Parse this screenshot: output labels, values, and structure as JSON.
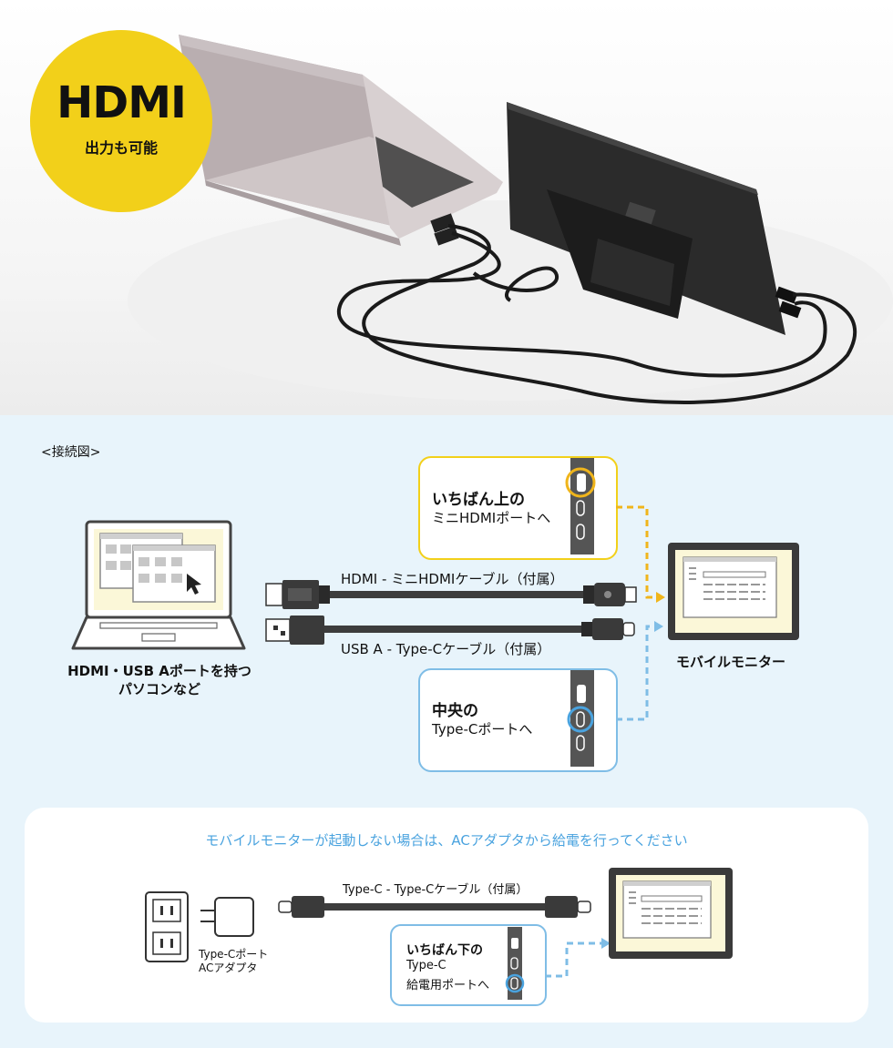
{
  "badge": {
    "main": "HDMI",
    "sub": "出力も可能"
  },
  "section_title": "<接続図>",
  "pc_label": {
    "line1": "HDMI・USB Aポートを持つ",
    "line2": "パソコンなど"
  },
  "monitor_label": "モバイルモニター",
  "cables": {
    "hdmi": "HDMI - ミニHDMIケーブル（付属）",
    "usb": "USB A - Type-Cケーブル（付属）"
  },
  "callout_top": {
    "bold": "いちばん上の",
    "normal": "ミニHDMIポートへ"
  },
  "callout_mid": {
    "bold": "中央の",
    "normal": "Type-Cポートへ"
  },
  "note": {
    "title": "モバイルモニターが起動しない場合は、ACアダプタから給電を行ってください",
    "cable_label": "Type-C - Type-Cケーブル（付属）",
    "adapter_line1": "Type-Cポート",
    "adapter_line2": "ACアダプタ",
    "callout_bottom": {
      "line1": "いちばん下の",
      "line2": "Type-C",
      "line3": "給電用ポートへ"
    }
  },
  "colors": {
    "yellow": "#f2d01a",
    "blue": "#4aa3df",
    "light_blue_bg": "#e8f4fb",
    "orange_dash": "#f0b51b"
  }
}
